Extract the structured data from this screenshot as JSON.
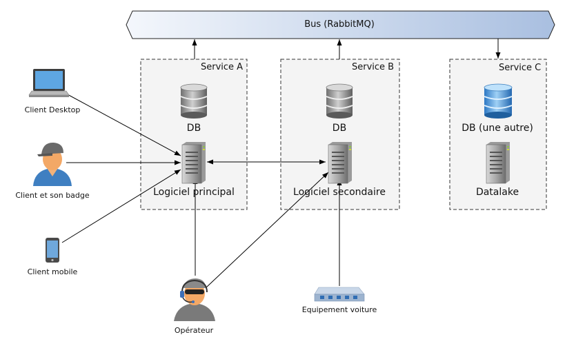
{
  "bus": {
    "label": "Bus (RabbitMQ)"
  },
  "services": [
    {
      "title": "Service A",
      "db_label": "DB",
      "server_label": "Logiciel principal"
    },
    {
      "title": "Service B",
      "db_label": "DB",
      "server_label": "Logiciel secondaire"
    },
    {
      "title": "Service C",
      "db_label": "DB (une autre)",
      "server_label": "Datalake"
    }
  ],
  "actors": {
    "desktop": "Client Desktop",
    "badge": "Client et son badge",
    "mobile": "Client mobile",
    "operator": "Opérateur",
    "equipment": "Equipement voiture"
  },
  "colors": {
    "bus_fill_start": "#eef3fb",
    "bus_fill_end": "#a9bfe0",
    "service_bg": "#f4f4f4",
    "db_gray": "#8c8c8c",
    "db_blue": "#3f8fd4"
  }
}
